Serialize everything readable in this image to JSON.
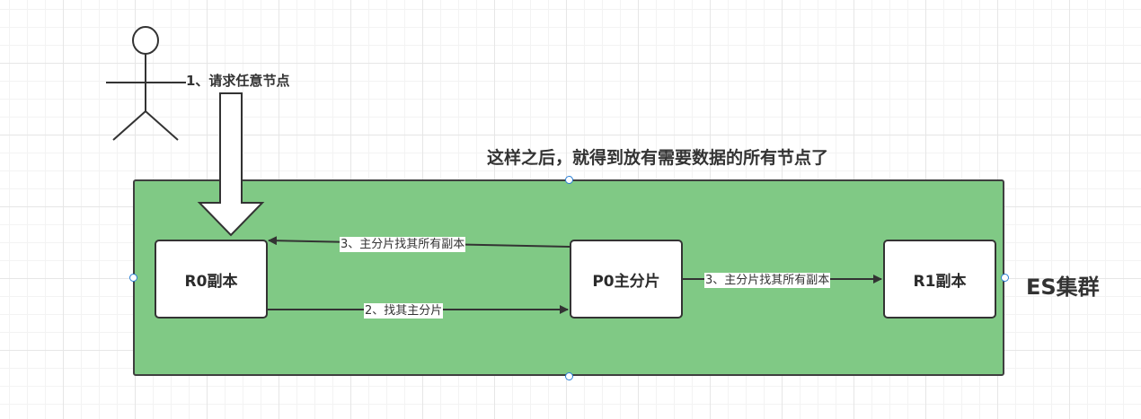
{
  "actor": {
    "label": "1、请求任意节点"
  },
  "cluster": {
    "caption": "这样之后，就得到放有需要数据的所有节点了",
    "name": "ES集群",
    "fill_color": "#80c985",
    "border_color": "#3f3f3f"
  },
  "nodes": {
    "r0": "R0副本",
    "p0": "P0主分片",
    "r1": "R1副本"
  },
  "edges": {
    "p0_to_r0": "3、主分片找其所有副本",
    "r0_to_p0": "2、找其主分片",
    "p0_to_r1": "3、主分片找其所有副本"
  },
  "selection_handle_color": "#2a7fd4"
}
